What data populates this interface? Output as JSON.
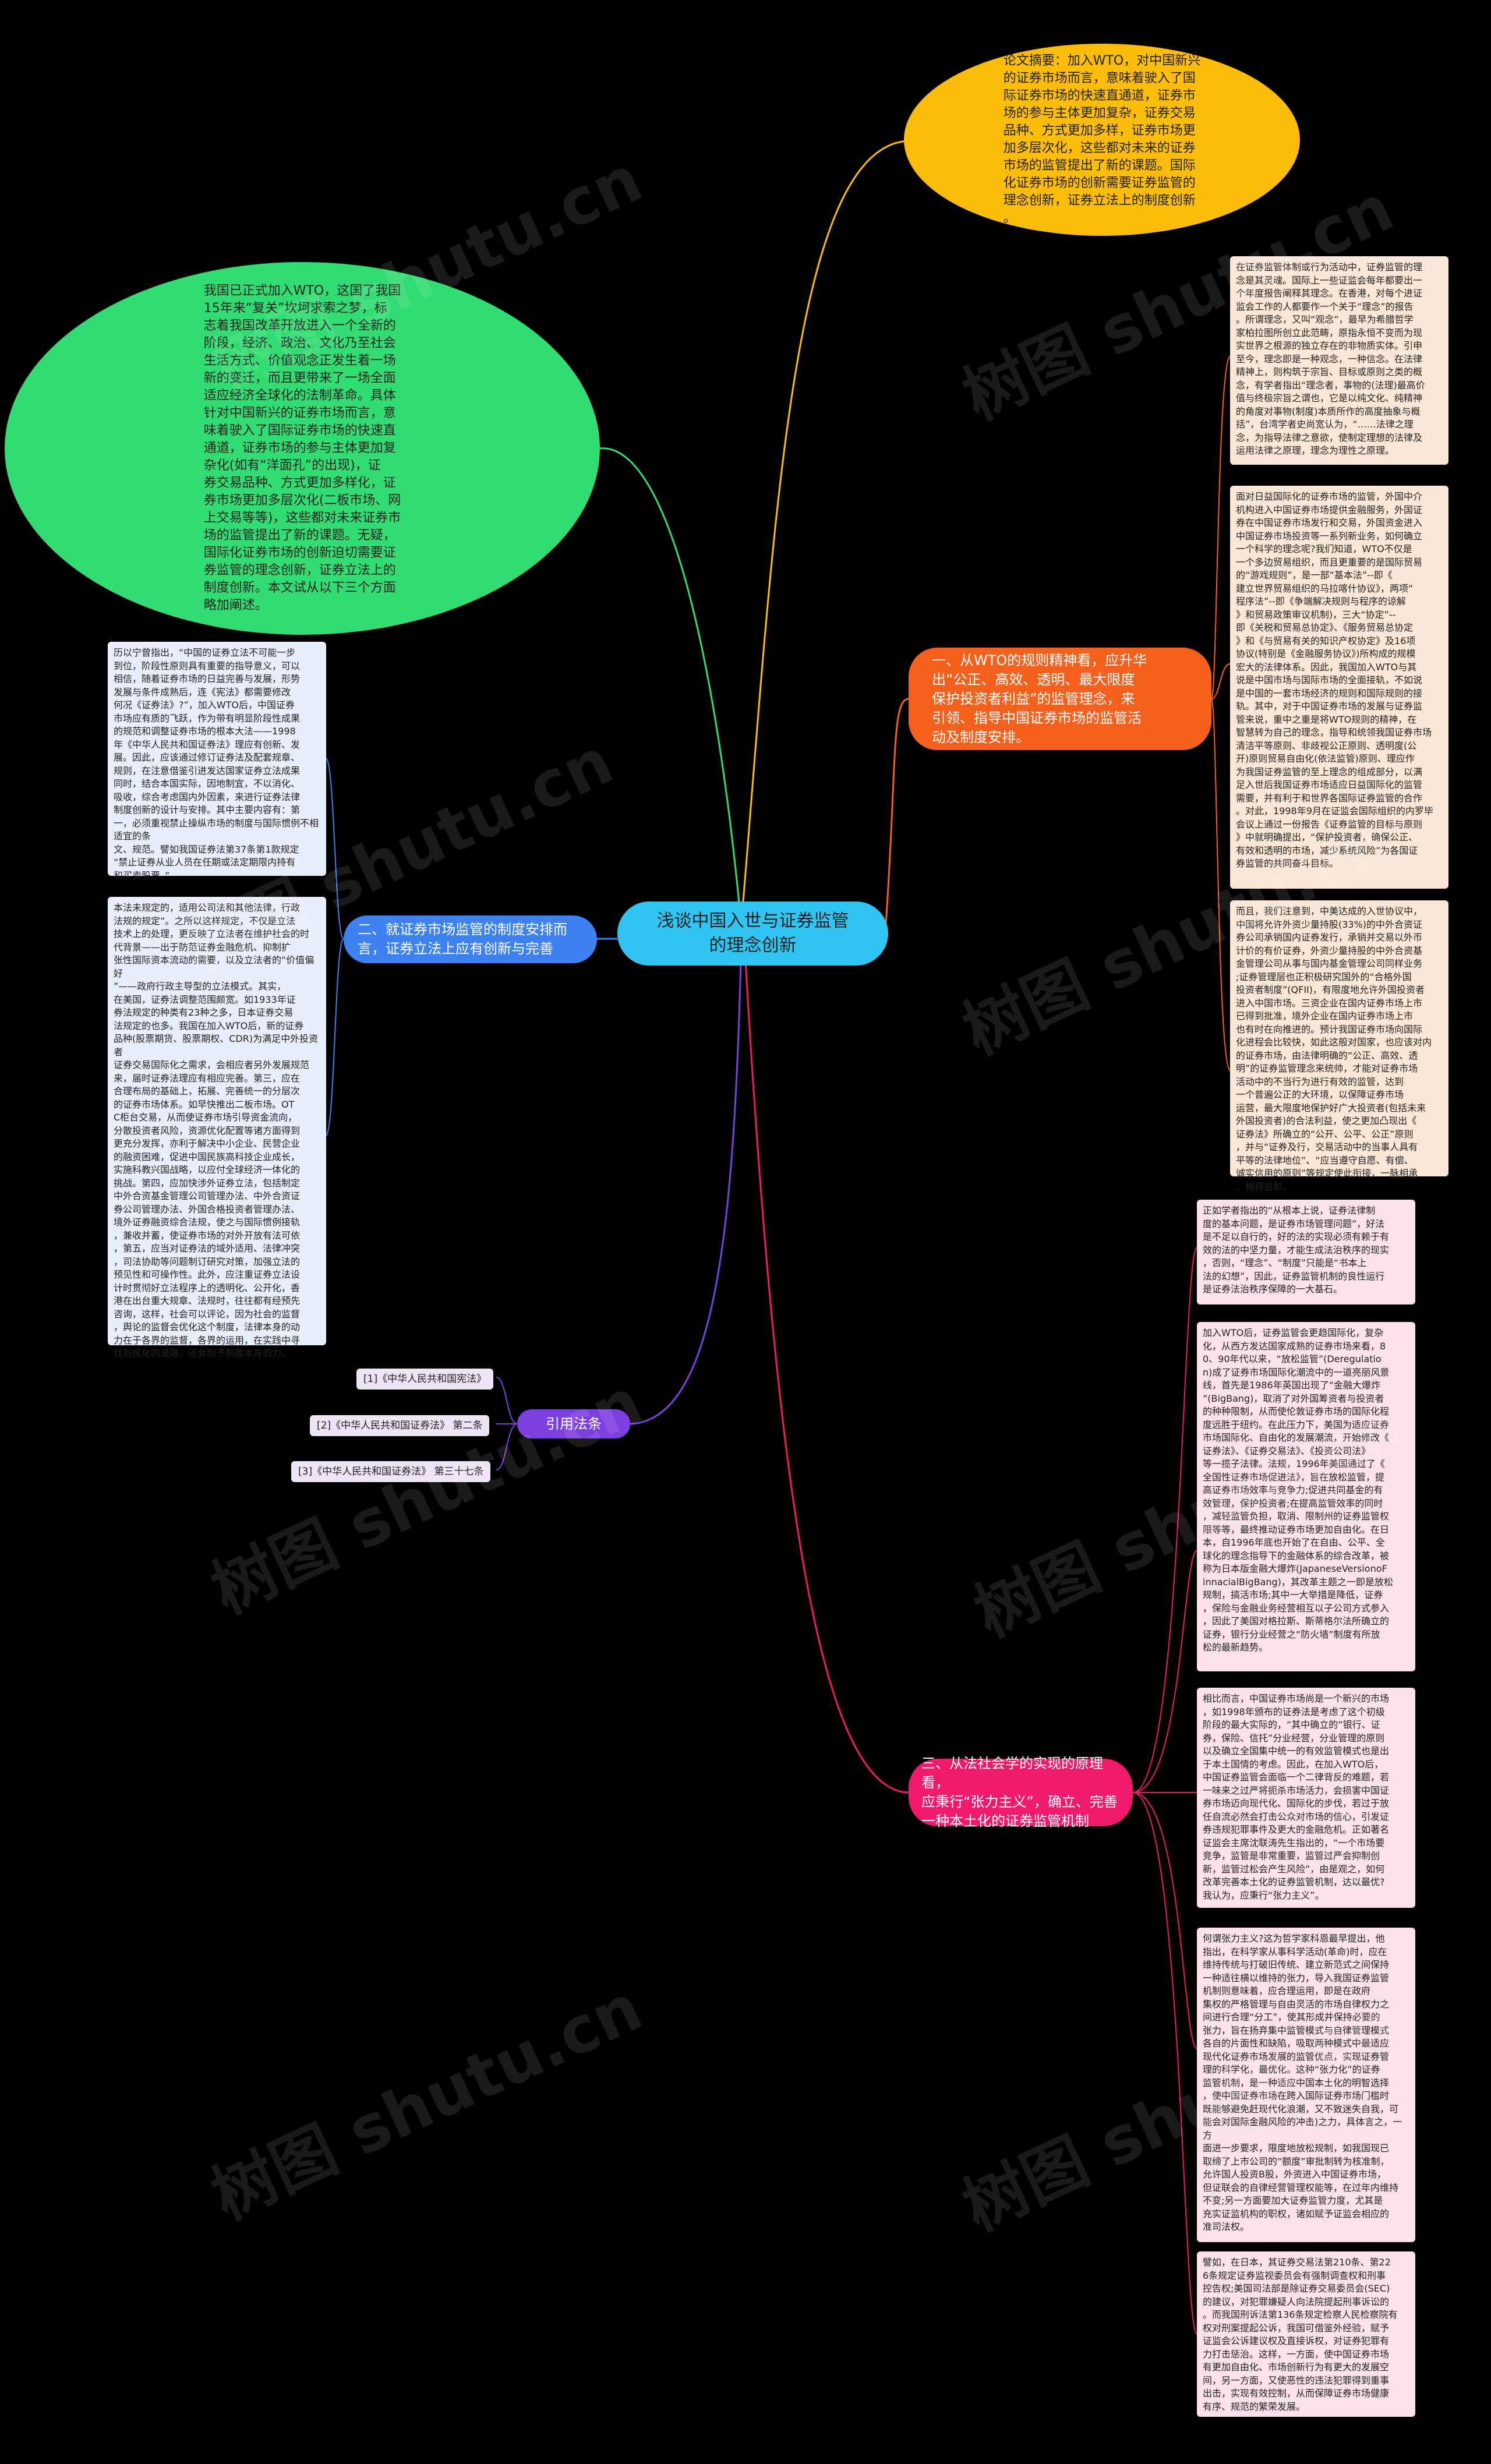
{
  "center": {
    "title": "浅谈中国入世与证券监管\n的理念创新"
  },
  "abstract": "论文摘要：加入WTO，对中国新兴\n的证券市场而言，意味着驶入了国\n际证券市场的快速直通道，证券市\n场的参与主体更加复杂，证券交易\n品种、方式更加多样，证券市场更\n加多层次化，这些都对未来的证券\n市场的监管提出了新的课题。国际\n化证券市场的创新需要证券监管的\n理念创新，证券立法上的制度创新\n。",
  "intro": "我国已正式加入WTO，这国了我国\n15年来“复关”坎坷求索之梦，标\n志着我国改革开放进入一个全新的\n阶段，经济、政治、文化乃至社会\n生活方式、价值观念正发生着一场\n新的变迁，而且更带来了一场全面\n适应经济全球化的法制革命。具体\n针对中国新兴的证券市场而言，意\n味着驶入了国际证券市场的快速直\n通道，证券市场的参与主体更加复\n杂化(如有“洋面孔”的出现)，证\n券交易品种、方式更加多样化，证\n券市场更加多层次化(二板市场、网\n上交易等等)，这些都对未来证券市\n场的监管提出了新的课题。无疑，\n国际化证券市场的创新迫切需要证\n券监管的理念创新，证券立法上的\n制度创新。本文试从以下三个方面\n略加阐述。",
  "branches": {
    "b1": "一、从WTO的规则精神看，应升华\n出“公正、高效、透明、最大限度\n保护投资者利益”的监管理念，来\n引领、指导中国证券市场的监管活\n动及制度安排。",
    "b2": "二、就证券市场监管的制度安排而\n言，证券立法上应有创新与完善",
    "b3": "三、从法社会学的实现的原理看，\n应秉行“张力主义”，确立、完善\n一种本土化的证券监管机制",
    "refs": "引用法条"
  },
  "b1_cards": [
    "在证券监管体制或行为活动中，证券监管的理\n念是其灵魂。国际上一些证监会每年都要出一\n个年度报告阐释其理念。在香港，对每个进证\n监会工作的人都要作一个关于“理念”的报告\n。所谓理念，又叫“观念”，最早为希腊哲学\n家柏拉图所创立此范畴，原指永恒不变而为现\n实世界之根源的独立存在的非物质实体。引申\n至今，理念即是一种观念，一种信念。在法律\n精神上，则构筑于宗旨、目标或原则之类的概\n念，有学者指出“理念者，事物的(法理)最高价\n值与终极宗旨之谓也，它是以纯文化、纯精神\n的角度对事物(制度)本质所作的高度抽象与概\n括”，台湾学者史尚宽认为，“……法律之理\n念，为指导法律之意欲，使制定理想的法律及\n运用法律之原理，理念为理性之原理。",
    "面对日益国际化的证券市场的监管，外国中介\n机构进入中国证券市场提供金融服务，外国证\n券在中国证券市场发行和交易，外国资金进入\n中国证券市场投资等一系列新业务，如何确立\n一个科学的理念呢?我们知道，WTO不仅是\n一个多边贸易组织，而且更重要的是国际贸易\n的“游戏规则”，是一部“基本法”--即《\n建立世界贸易组织的马拉喀什协议》，两项“\n程序法”--即《争端解决规则与程序的谅解\n》和贸易政策审议机制)，三大“协定”--\n即《关税和贸易总协定》、《服务贸易总协定\n》和《与贸易有关的知识产权协定》及16项\n协议(特别是《金融服务协议》)所构成的规模\n宏大的法律体系。因此，我国加入WTO与其\n说是中国市场与国际市场的全面接轨，不如说\n是中国的一套市场经济的规则和国际规则的接\n轨。其中，对于中国证券市场的发展与证券监\n管来说，重中之重是将WTO规则的精神，在\n智慧转为自己的理念，指导和统领我国证券市场\n清洁平等原则、非歧视公正原则、透明度(公\n开)原则贸易自由化(依法监管)原则、理应作\n为我国证券监管的至上理念的组成部分，以满\n足入世后我国证券市场适应日益国际化的监管\n需要，并有利于和世界各国际证券监管的合作\n。对此，1998年9月在证监会国际组织的内罗毕\n会议上通过一份报告《证券监管的目标与原则\n》中就明确提出，“保护投资者，确保公正、\n有效和透明的市场，减少系统风险”为各国证\n券监管的共同奋斗目标。",
    "而且，我们注意到，中美达成的入世协议中，\n中国将允许外资少量持股(33%)的中外合资证\n券公司承销国内证券发行，承销并交易以外币\n计价的有价证券，外资少量持股的中外合资基\n金管理公司从事与国内基金管理公司同样业务\n;证券管理层也正积极研究国外的“合格外国\n投资者制度”(QFII)，有限度地允许外国投资者\n进入中国市场。三资企业在国内证券市场上市\n已得到批准，境外企业在国内证券市场上市\n也有时在向推进的。预计我国证券市场向国际\n化进程会比较快，如此这般对国家，也应该对内\n的证券市场，由法律明确的“公正、高效、透\n明”的证券监管理念来统帅，才能对证券市场\n活动中的不当行为进行有效的监管，达到\n一个普遍公正的大环境，以保障证券市场\n运营，最大限度地保护好广大投资者(包括未来\n外国投资者)的合法利益，使之更加凸现出《\n证券法》所确立的“公开、公平、公正”原则\n，并与“证券及行，交易活动中的当事人具有\n平等的法律地位”、“应当遵守自愿、有偿、\n诚实信用的原则”等规定使此衔接，一脉相承\n、相得益彰。"
  ],
  "b2_cards": [
    "历以宁曾指出，“中国的证券立法不可能一步\n到位，阶段性原则具有重要的指导意义，可以\n相信，随着证券市场的日益完善与发展，形势\n发展与条件成熟后，连《宪法》都需要修改\n何况《证券法》?”，加入WTO后，中国证券\n市场应有质的飞跃，作为带有明显阶段性成果\n的规范和调整证券市场的根本大法——1998\n年《中华人民共和国证券法》理应有创新、发\n展。因此，应该通过修订证券法及配套规章、\n规则，在注意借鉴引进发达国家证券立法成果\n同时，结合本国实际，因地制宜，不以消化、\n吸收，综合考虑国内外因素，来进行证券法律\n制度创新的设计与安排。其中主要内容有：第\n一，必须重视禁止操纵市场的制度与国际惯例不相适宜的条\n文、规范。譬如我国证券法第37条第1款规定\n“禁止证券从业人员在任期或法定期限内持有\n和买卖股票。”",
    "本法未规定的，适用公司法和其他法律，行政\n法规的规定”。之所以这样规定，不仅是立法\n技术上的处理，更反映了立法者在维护社会的时\n代背景——出于防范证券金融危机、抑制扩\n张性国际资本流动的需要，以及立法者的“价值偏好\n”——政府行政主导型的立法模式。其实，\n在美国，证券法调整范围颇宽。如1933年证\n券法规定的种类有23种之多，日本证券交易\n法规定的也多。我国在加入WTO后，新的证券\n品种(股票期货、股票期权、CDR)为满足中外投资者\n证券交易国际化之需求，会相应者另外发展规范\n来，届时证券法理应有相应完善。第三，应在\n合理布局的基础上，拓展、完善统一的分层次\n的证券市场体系。如早快推出二板市场。OT\nC柜台交易，从而使证券市场引导资金流向，\n分散投资者风险，资源优化配置等诸方面得到\n更充分发挥，亦利于解决中小企业、民营企业\n的融资困难，促进中国民族高科技企业成长，\n实施科教兴国战略，以应付全球经济一体化的\n挑战。第四，应加快涉外证券立法，包括制定\n中外合资基金管理公司管理办法、中外合资证\n券公司管理办法、外国合格投资者管理办法、\n境外证券融资综合法规，使之与国际惯例接轨\n，兼收并蓄，使证券市场的对外开放有法可依\n，第五，应当对证券法的域外适用、法律冲突\n，司法协助等问题制订研究对策，加强立法的\n预见性和可操作性。此外，应注重证券立法设\n计时贯彻好立法程序上的透明化、公开化，香\n港在出台重大规章、法规时，往往都有经预先\n咨询，这样，社会可以评论，因为社会的监督\n，舆论的监督会优化这个制度，法律本身的动\n力在于各界的监督，各界的运用，在实践中寻\n找到优化的道路，还会耐予制度本身的力。"
  ],
  "b3_cards": [
    "正如学者指出的“从根本上说，证券法律制\n度的基本问题，是证券市场管理问题”，好法\n是不足以自行的，好的法的实现必须有赖于有\n效的法的中坚力量，才能生成法治秩序的现实\n，否则，“理念”、“制度”只能是“书本上\n法的幻想”，因此，证券监管机制的良性运行\n是证券法治秩序保障的一大基石。",
    "加入WTO后，证券监管会更趋国际化，复杂\n化，从西方发达国家成熟的证券市场来看，8\n0、90年代以来，“放松监管”(Deregulatio\nn)成了证券市场国际化潮流中的一道亮丽风景\n线，首先是1986年英国出现了“金融大爆炸\n”(BigBang)，取消了对外国筹资者与投资者\n的种种限制，从而使伦敦证券市场的国际化程\n度远胜于纽约。在此压力下，美国为适应证券\n市场国际化、自由化的发展潮流，开始修改《\n证券法》、《证券交易法》、《投资公司法》\n等一揽子法律。法规，1996年美国通过了《\n全国性证券市场促进法》，旨在放松监管，提\n高证券市场效率与竞争力;促进共同基金的有\n效管理，保护投资者;在提高监管效率的同时\n，减轻监管负担，取消、限制州的证券监管权\n限等等，最终推动证券市场更加自由化。在日\n本，自1996年底也开始了在自由、公平、全\n球化的理念指导下的金融体系的综合改革，被\n称为日本版金融大爆炸(JapaneseVersionoF\ninnacialBigBang)，其改革主题之一即是放松\n规制，搞活市场;其中一大举措是降低，证券\n，保险与金融业务经营相互以子公司方式参入\n，因此了美国对格拉斯、斯蒂格尔法所确立的\n证券，银行分业经营之“防火墙”制度有所放\n松的最新趋势。",
    "相比而言，中国证券市场尚是一个新兴的市场\n，如1998年颁布的证券法是考虑了这个初级\n阶段的最大实际的，“其中确立的“银行、证\n券，保险、信托”分业经营，分业管理的原则\n以及确立全国集中统一的有效监管模式也是出\n于本土国情的考虑。因此，在加入WTO后，\n中国证券监管会面临一个二律背反的难题，若\n一味来之过严将扼杀市场活力，会损害中国证\n券市场迈向现代化、国际化的步伐，若过于放\n任自流必然会打击公众对市场的信心，引发证\n券违规犯罪事件及更大的金融危机。正如著名\n证监会主席沈联涛先生指出的，“一个市场要\n竞争，监管是非常重要，监管过严会抑制创\n新，监管过松会产生风险”，由是观之，如何\n改革完善本土化的证券监管机制，达以最优?\n我认为，应秉行“张力主义”。",
    "何谓张力主义?这为哲学家科恩最早提出，他\n指出，在科学家从事科学活动(革命)时，应在\n维持传统与打破旧传统、建立新范式之间保持\n一种适往横以维持的张力，导入我国证券监管\n机制则意味着，应合理运用，即是在政府\n集权的严格管理与自由灵活的市场自律权力之\n间进行合理“分工”，使其形成并保持必要的\n张力，旨在扬弃集中监管模式与自律管理模式\n各自的片面性和缺陷，吸取两种模式中最适应\n现代化证券市场发展的监管优点，实现证券管\n理的科学化，最优化。这种“张力化”的证券\n监管机制，是一种适应中国本土化的明智选择\n，使中国证券市场在跨入国际证券市场门槛时\n既能够避免赶现代化浪潮，又不致迷失自我，可\n能会对国际金融风险的冲击)之力，具体言之，一方\n面进一步要求，限度地放松规制，如我国现已\n取缔了上市公司的“额度”审批制转为核准制，\n允许国人投资B股，外资进入中国证券市场，\n但证联会的自律经营管理权能等，在过年内维持\n不变;另一方面要加大证券监管力度，尤其是\n充实证监机构的职权，诸如赋予证监会相应的\n准司法权。",
    "譬如，在日本，其证券交易法第210条、第22\n6条规定证券监视委员会有强制调查权和刑事\n控告权;美国司法部是除证券交易委员会(SEC)\n的建议，对犯罪嫌疑人向法院提起刑事诉讼的\n。而我国刑诉法第136条规定检察人民检察院有\n权对刑案提起公诉，我国可借鉴外经验，赋予\n证监会公诉建议权及直接诉权，对证券犯罪有\n力打击惩治。这样，一方面，使中国证券市场\n有更加自由化、市场创新行为有更大的发展空\n间，另一方面，又使恶性的违法犯罪得到重事\n出击，实现有效控制，从而保障证券市场健康\n有序、规范的繁荣发展。"
  ],
  "refs": [
    "[1]《中华人民共和国宪法》",
    "[2]《中华人民共和国证券法》 第二条",
    "[3]《中华人民共和国证券法》 第三十七条"
  ],
  "watermark": "树图 shutu.cn",
  "colors": {
    "background": "#000000",
    "center": "#30c4f2",
    "abstract": "#fbbd0a",
    "intro": "#31dc72",
    "b1": "#f5611c",
    "b2": "#3d82f0",
    "b3": "#f0196b",
    "refs": "#7d3fe0"
  }
}
